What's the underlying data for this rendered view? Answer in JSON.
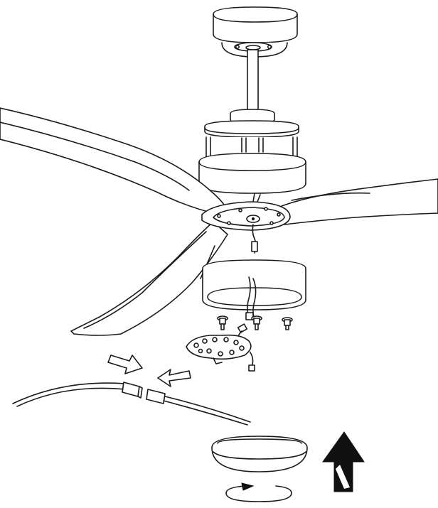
{
  "diagram": {
    "kind": "ceiling-fan-light-kit-assembly",
    "colors": {
      "line": "#1a1a1a",
      "fill": "#ffffff",
      "arrow": "#111111"
    },
    "components": [
      "canopy",
      "downrod",
      "motor-housing",
      "fan-blade-left",
      "fan-blade-lower",
      "fan-blade-right",
      "switch-housing",
      "screws",
      "led-module",
      "wire-connector",
      "glass-shade"
    ],
    "icons": [
      "push-arrow-icon",
      "up-arrow-icon",
      "rotate-arrow-icon"
    ]
  }
}
